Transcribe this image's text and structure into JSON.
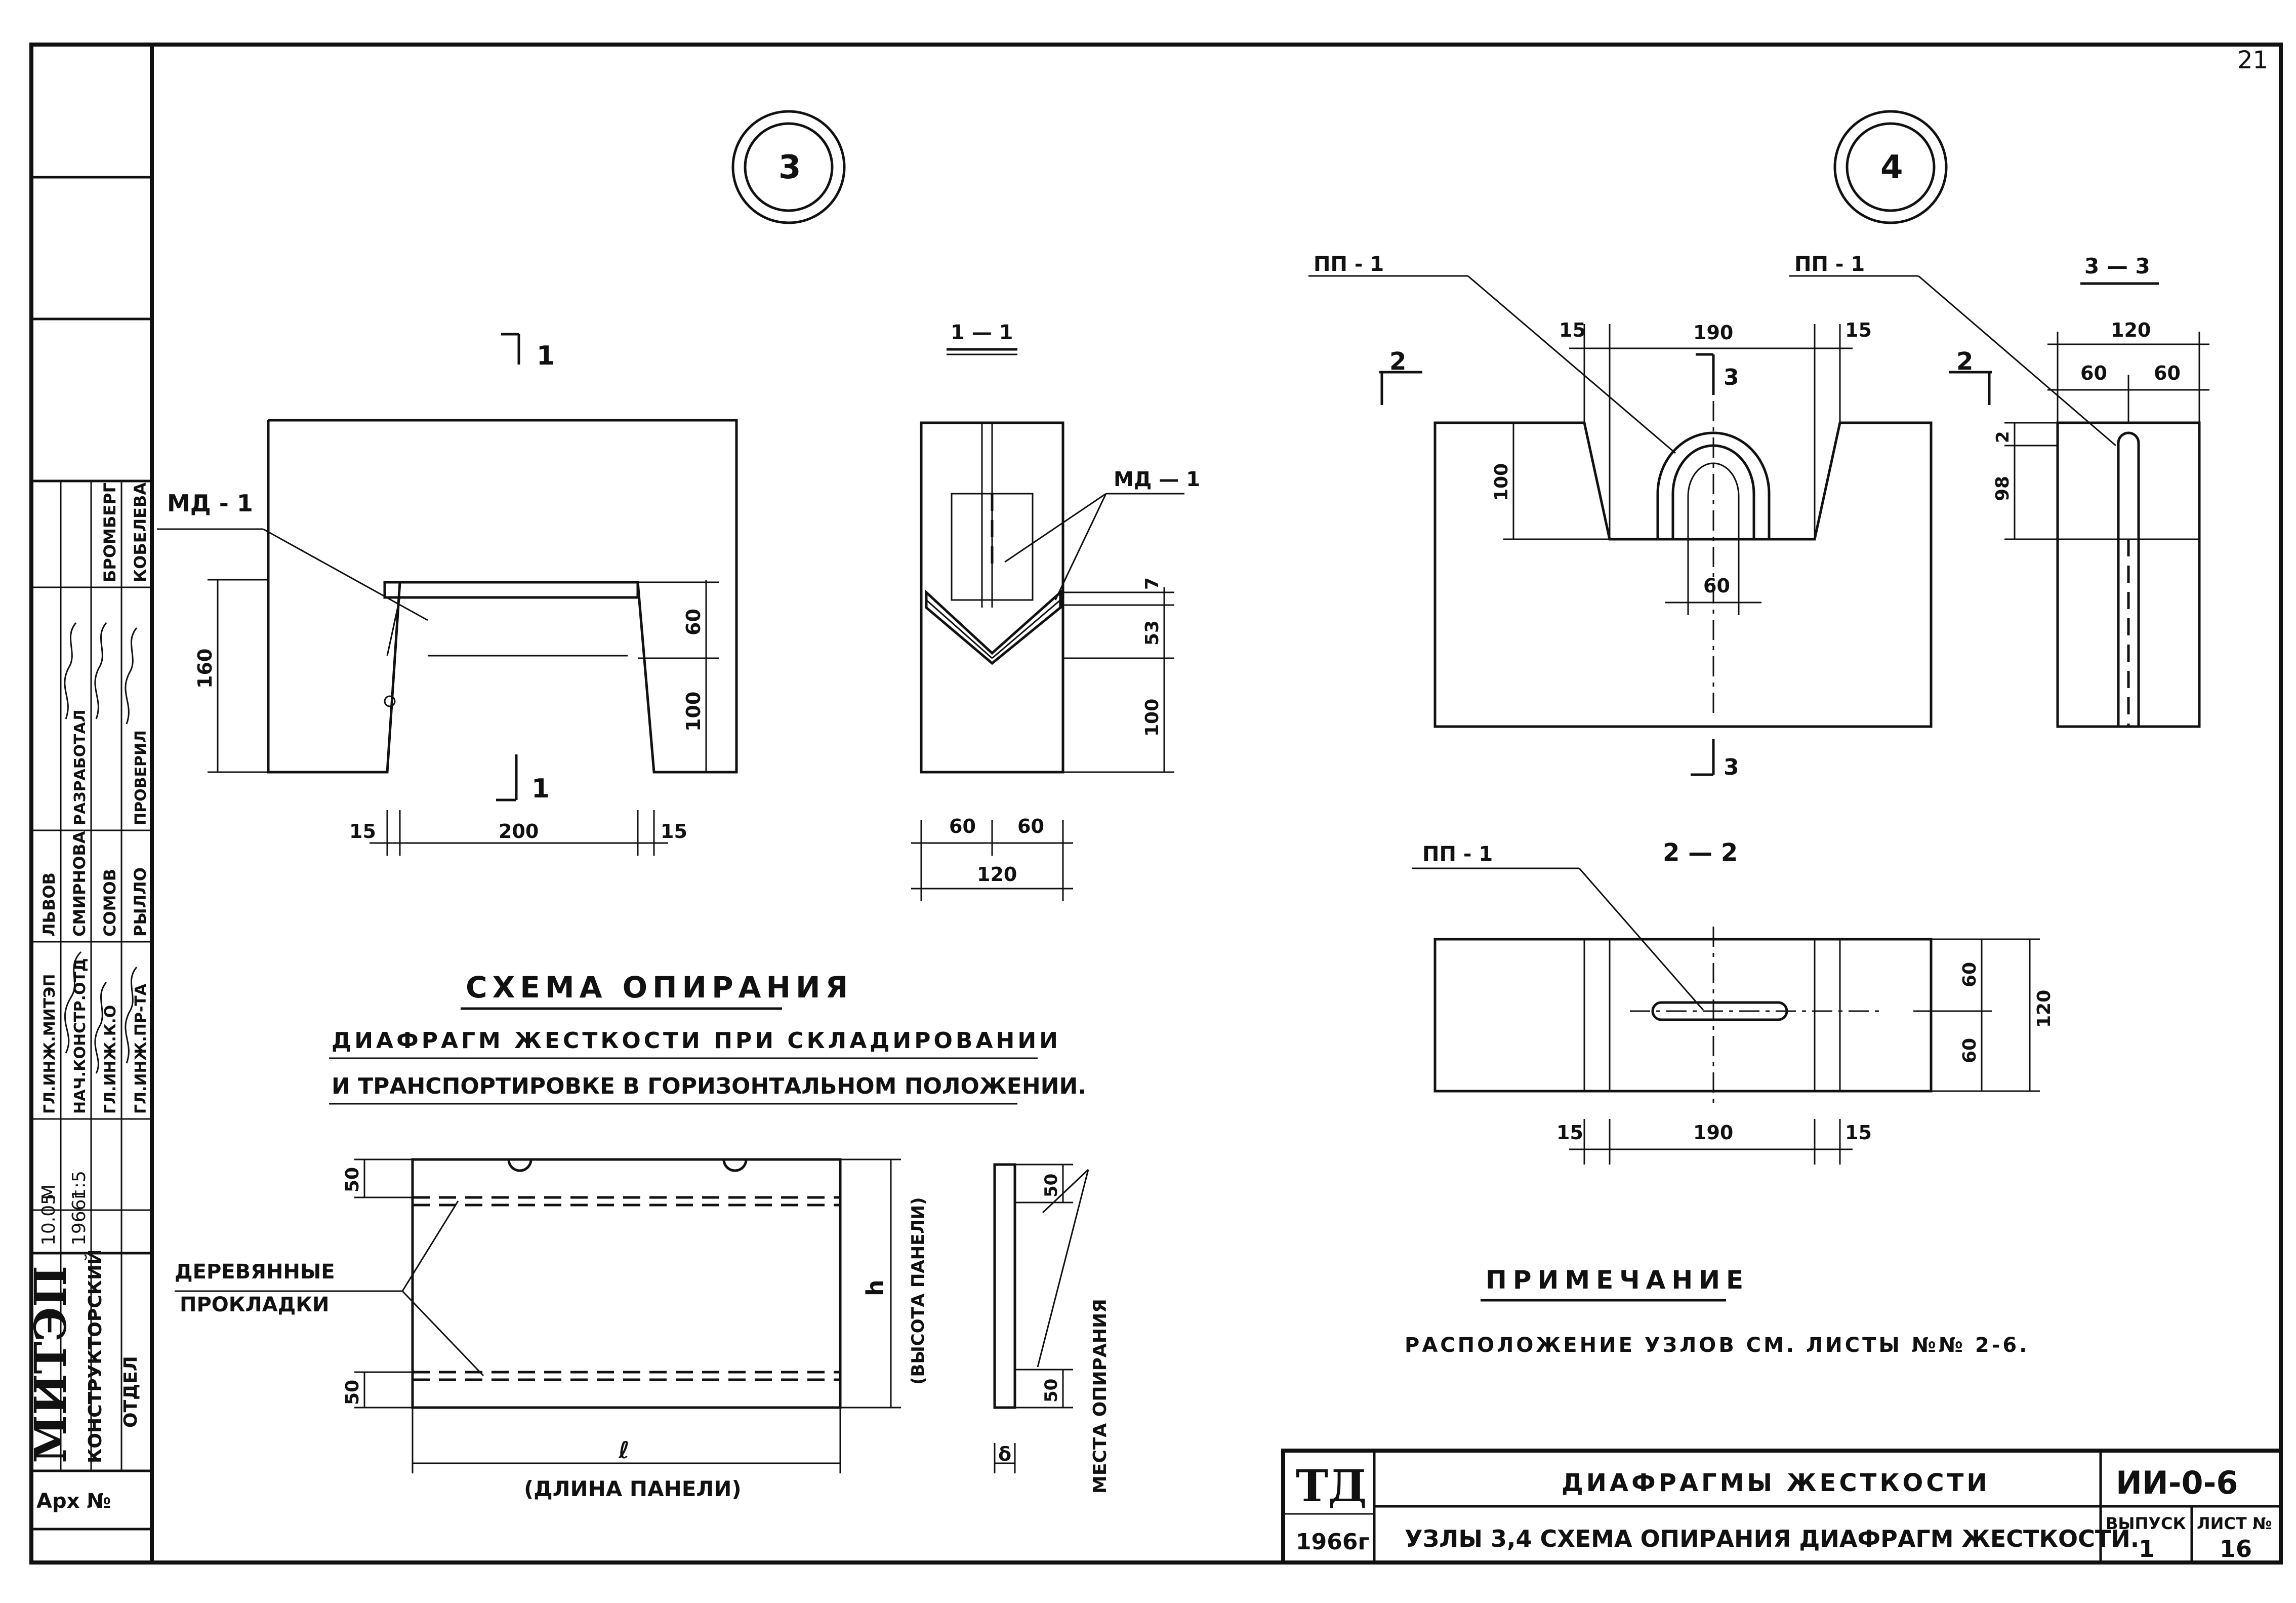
{
  "page_number": "21",
  "nodes": {
    "node3": {
      "label": "3"
    },
    "node4": {
      "label": "4"
    }
  },
  "node3_view": {
    "cut_mark_top": "1",
    "cut_mark_bottom": "1",
    "part_label": "МД - 1",
    "dim_height": "160",
    "dim_upper": "60",
    "dim_lower": "100",
    "dim_left": "15",
    "dim_center": "200",
    "dim_right": "15"
  },
  "section_1_1": {
    "title": "1 — 1",
    "part_label": "МД — 1",
    "dim_top": "7",
    "dim_mid": "53",
    "dim_bottom": "100",
    "dim_w_left": "60",
    "dim_w_right": "60",
    "dim_w_total": "120"
  },
  "node4_view": {
    "part_label_a": "ПП - 1",
    "part_label_b": "ПП - 1",
    "cut_mark_2": "2",
    "cut_mark_2r": "2",
    "cut_mark_3": "3",
    "cut_mark_3b": "3",
    "dim_left": "15",
    "dim_center": "190",
    "dim_right": "15",
    "dim_height": "100",
    "dim_inner": "60"
  },
  "section_3_3": {
    "title": "3 — 3",
    "dim_total": "120",
    "dim_left": "60",
    "dim_right": "60",
    "dim_top": "2",
    "dim_height": "98"
  },
  "section_2_2": {
    "title": "2 — 2",
    "part_label": "ПП - 1",
    "dim_upper": "60",
    "dim_lower": "60",
    "dim_total": "120",
    "dim_left": "15",
    "dim_center": "190",
    "dim_right": "15"
  },
  "scheme": {
    "title": "СХЕМА ОПИРАНИЯ",
    "line1": "ДИАФРАГМ ЖЕСТКОСТИ ПРИ СКЛАДИРОВАНИИ",
    "line2": "И ТРАНСПОРТИРОВКЕ В ГОРИЗОНТАЛЬНОМ ПОЛОЖЕНИИ.",
    "pads_label_1": "ДЕРЕВЯННЫЕ",
    "pads_label_2": "ПРОКЛАДКИ",
    "dim_top": "50",
    "dim_bottom": "50",
    "height_symbol": "h",
    "height_label": "(ВЫСОТА ПАНЕЛИ)",
    "length_symbol": "ℓ",
    "length_label": "(ДЛИНА ПАНЕЛИ)",
    "side_dim_top": "50",
    "side_dim_bottom": "50",
    "thickness_symbol": "δ",
    "support_label": "МЕСТА ОПИРАНИЯ"
  },
  "note": {
    "title": "ПРИМЕЧАНИЕ",
    "text": "РАСПОЛОЖЕНИЕ УЗЛОВ СМ. ЛИСТЫ №№ 2-6."
  },
  "title_block": {
    "org_mark": "ТД",
    "year": "1966г",
    "title_1": "ДИАФРАГМЫ ЖЕСТКОСТИ",
    "title_2": "УЗЛЫ 3,4 СХЕМА ОПИРАНИЯ ДИАФРАГМ ЖЕСТКОСТИ.",
    "series": "ИИ-0-6",
    "issue_label": "ВЫПУСК",
    "issue_value": "1",
    "sheet_label": "ЛИСТ №",
    "sheet_value": "16"
  },
  "side_stamp": {
    "org": "МИТЭП",
    "dept_1": "КОНСТРУКТОРСКИЙ",
    "dept_2": "ОТДЕЛ",
    "archive": "Арх №",
    "date_1": "10.05",
    "date_2": "1966г",
    "scale_label": "М",
    "scale_value": "1:5",
    "role_1": "ГЛ.ИНЖ.МИТЭП",
    "role_2": "НАЧ.КОНСТР.ОТД",
    "role_3": "ГЛ.ИНЖ.К.О",
    "role_4": "ГЛ.ИНЖ.ПР-ТА",
    "role_5": "РАЗРАБОТАЛ",
    "role_6": "ПРОВЕРИЛ",
    "name_1": "ЛЬВОВ",
    "name_2": "СМИРНОВА",
    "name_3": "СОМОВ",
    "name_4": "РЫЛЛО",
    "name_5": "БРОМБЕРГ",
    "name_6": "КОБЕЛЕВА"
  }
}
